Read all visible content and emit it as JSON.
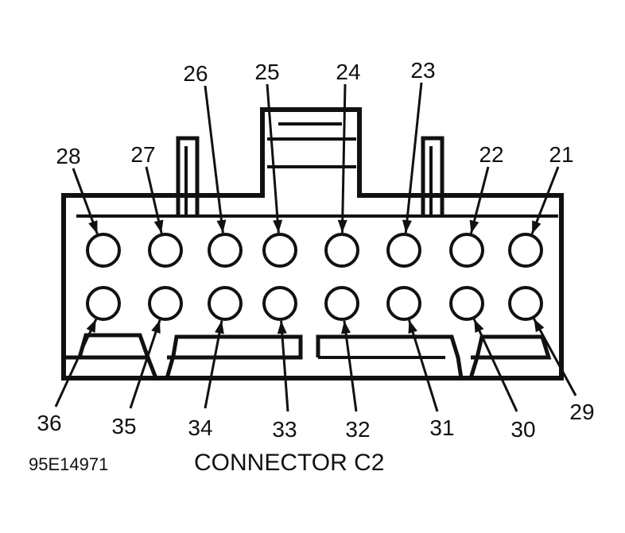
{
  "caption": "CONNECTOR C2",
  "figure_code": "95E14971",
  "pins_top": [
    "28",
    "27",
    "26",
    "25",
    "24",
    "23",
    "22",
    "21"
  ],
  "pins_bottom": [
    "36",
    "35",
    "34",
    "33",
    "32",
    "31",
    "30",
    "29"
  ]
}
